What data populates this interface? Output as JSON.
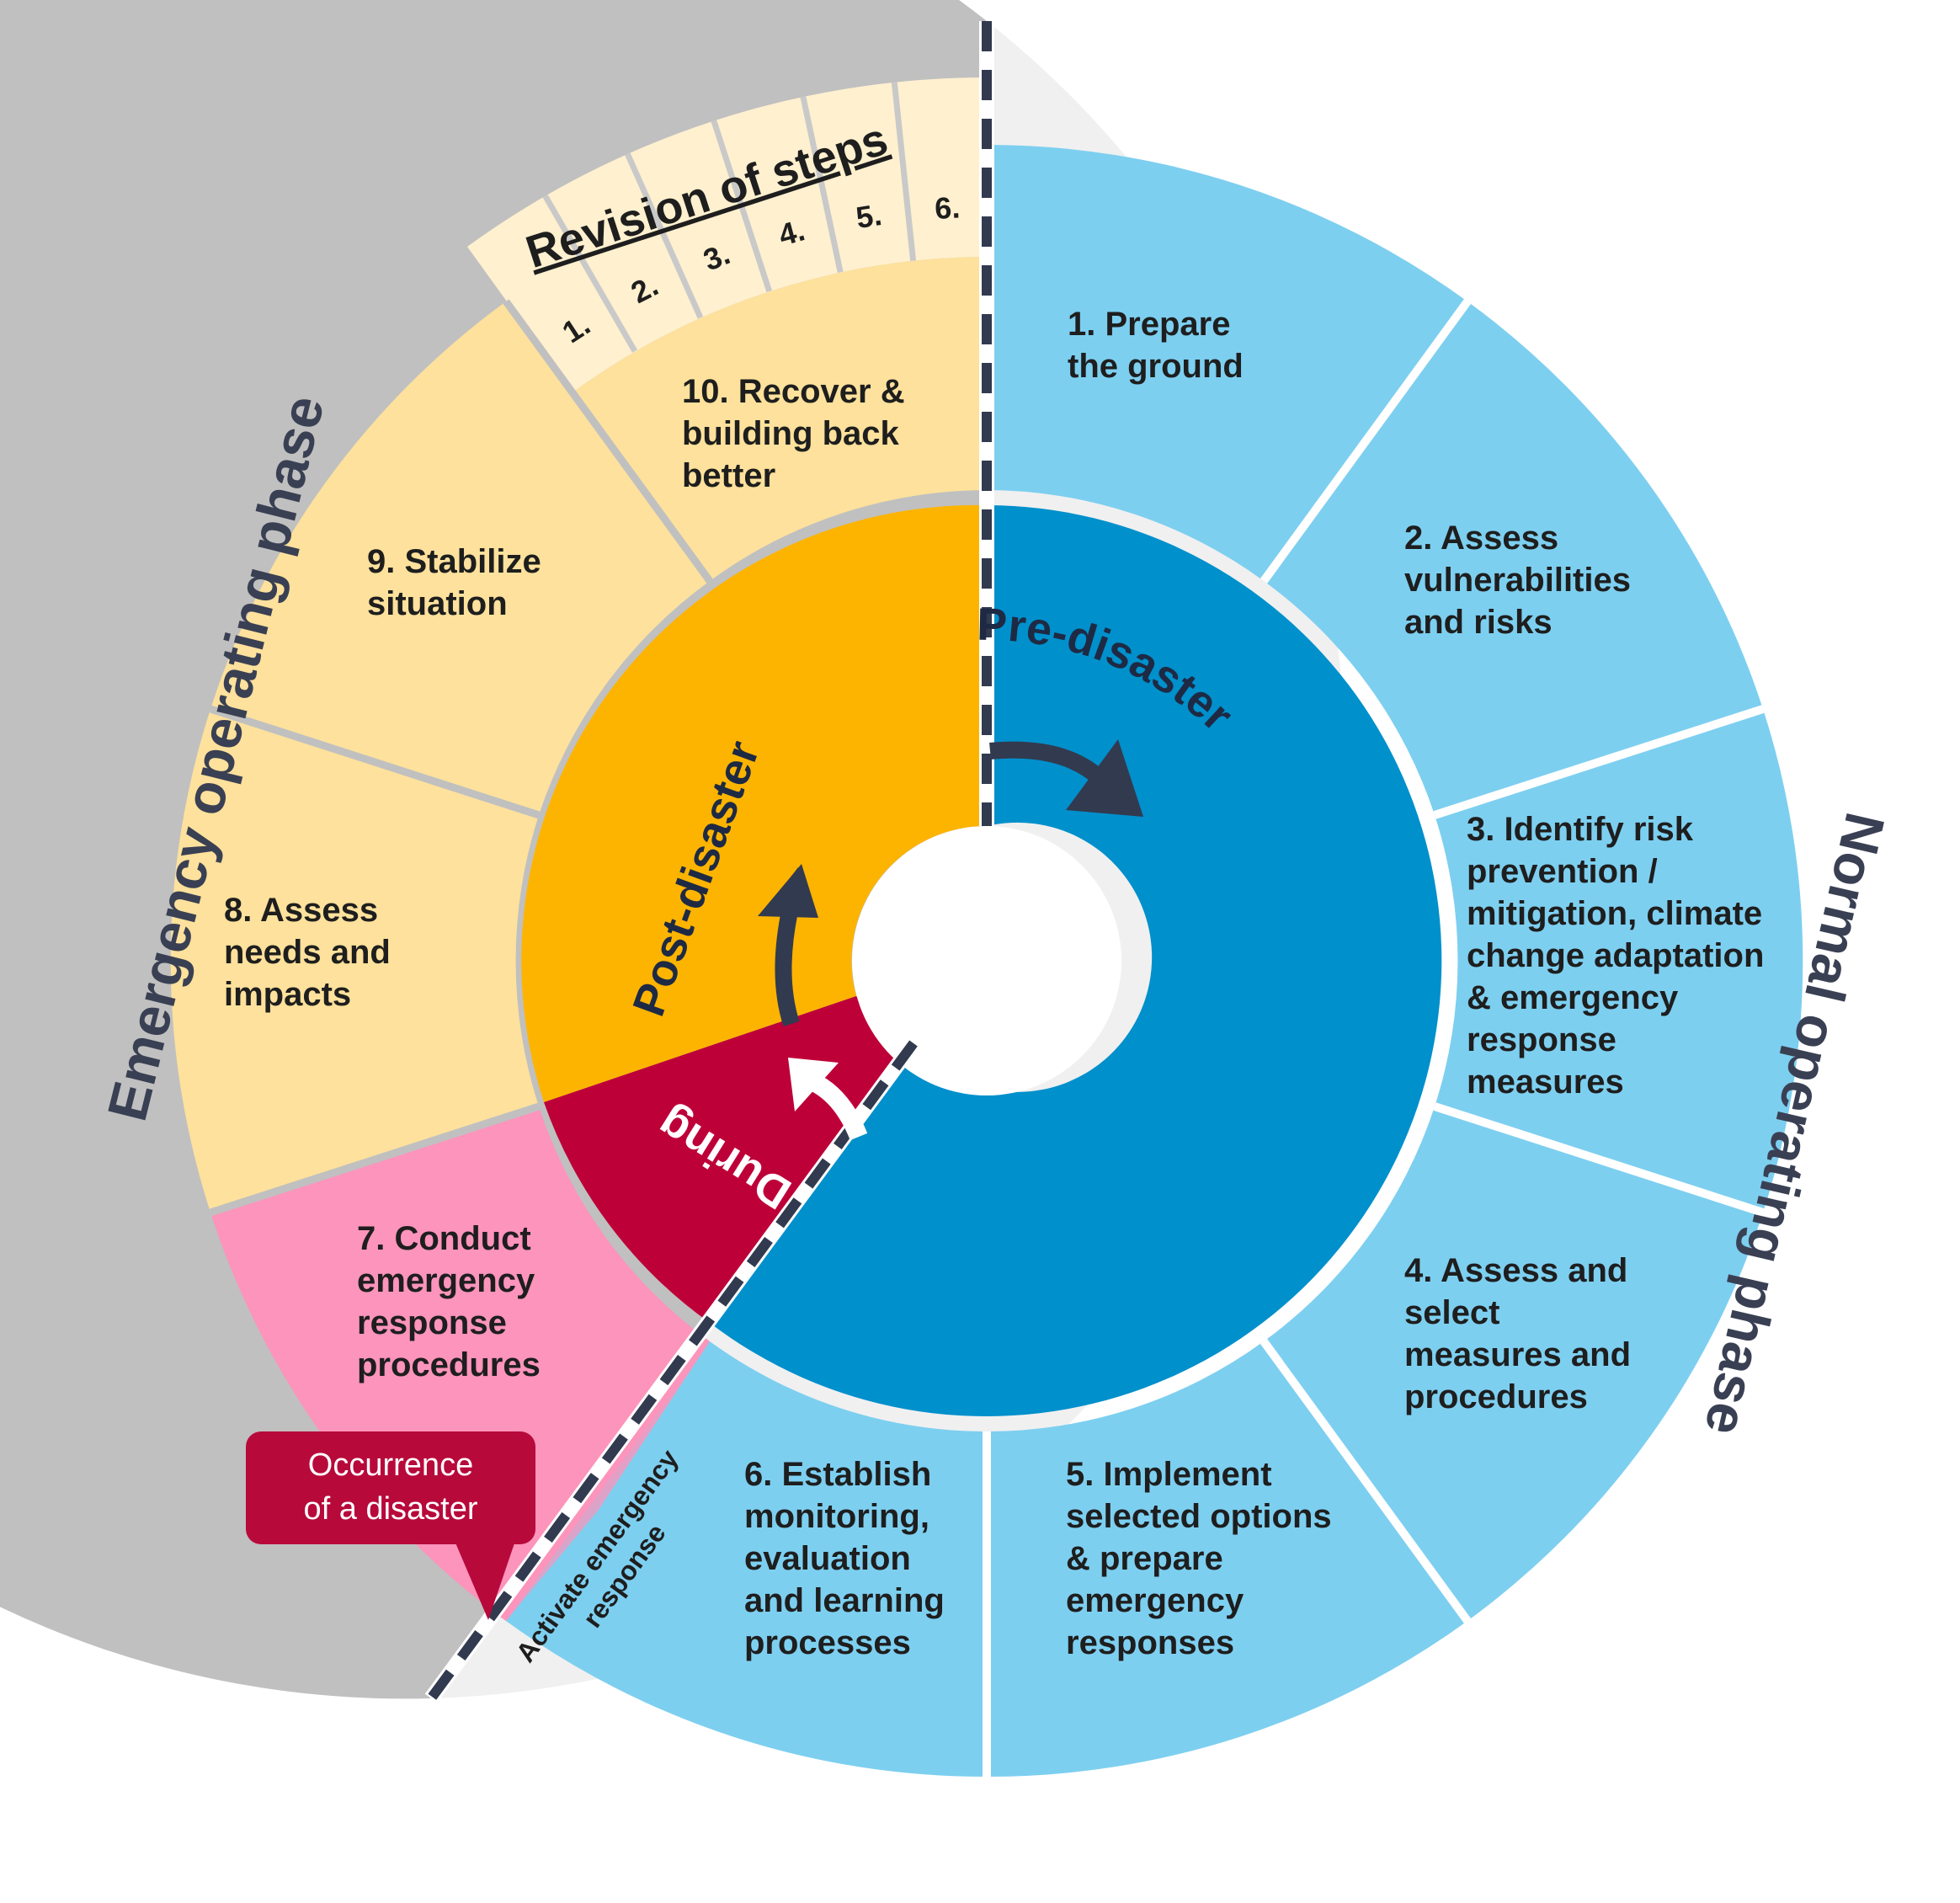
{
  "phases": {
    "emergency": "Emergency operating phase",
    "normal": "Normal operating phase"
  },
  "inner": {
    "pre": "Pre-disaster",
    "post": "Post-disaster",
    "during": "During"
  },
  "steps": [
    {
      "lines": [
        "1. Prepare",
        "the ground"
      ]
    },
    {
      "lines": [
        "2. Assess",
        "vulnerabilities",
        "and risks"
      ]
    },
    {
      "lines": [
        "3. Identify risk",
        "prevention /",
        "mitigation, climate",
        "change adaptation",
        "& emergency",
        "response",
        "measures"
      ]
    },
    {
      "lines": [
        "4. Assess and",
        "select",
        "measures and",
        "procedures"
      ]
    },
    {
      "lines": [
        "5. Implement",
        "selected options",
        "& prepare",
        "emergency",
        "responses"
      ]
    },
    {
      "lines": [
        "6. Establish",
        "monitoring,",
        "evaluation",
        "and learning",
        "processes"
      ]
    },
    {
      "lines": [
        "7. Conduct",
        "emergency",
        "response",
        "procedures"
      ]
    },
    {
      "lines": [
        "8. Assess",
        "needs and",
        "impacts"
      ]
    },
    {
      "lines": [
        "9. Stabilize",
        "situation"
      ]
    },
    {
      "lines": [
        "10. Recover &",
        "building back",
        "better"
      ]
    }
  ],
  "revision": {
    "title": "Revision of steps",
    "items": [
      "1.",
      "2.",
      "3.",
      "4.",
      "5.",
      "6."
    ]
  },
  "activate": {
    "lines": [
      "Activate emergency",
      "response"
    ]
  },
  "callout": {
    "line1": "Occurrence",
    "line2": "of a disaster"
  },
  "colors": {
    "outer_emergency": "#c0c0c0",
    "outer_normal": "#f0f0f0",
    "pre_outer": "#7dcff0",
    "pre_inner": "#0090cc",
    "post_outer": "#fde19c",
    "post_inner": "#fdb400",
    "during_outer": "#fc94bb",
    "during_inner": "#be0039",
    "revision_band": "#fff0cf",
    "dark": "#323a4f"
  }
}
